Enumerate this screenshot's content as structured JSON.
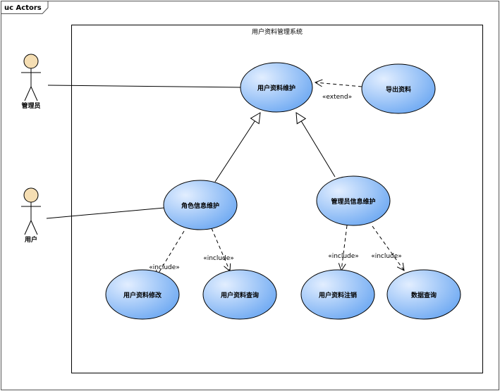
{
  "frame": {
    "title": "uc Actors"
  },
  "system": {
    "title": "用户资料管理系统"
  },
  "actors": [
    {
      "id": "admin",
      "label": "管理员"
    },
    {
      "id": "user",
      "label": "用户"
    }
  ],
  "use_cases": [
    {
      "id": "maintain",
      "label": "用户资料维护"
    },
    {
      "id": "export",
      "label": "导出资料"
    },
    {
      "id": "role",
      "label": "角色信息维护"
    },
    {
      "id": "adminmaint",
      "label": "管理员信息维护"
    },
    {
      "id": "modify",
      "label": "用户资料修改"
    },
    {
      "id": "query",
      "label": "用户资料查询"
    },
    {
      "id": "cancel",
      "label": "用户资料注销"
    },
    {
      "id": "dataquery",
      "label": "数据查询"
    }
  ],
  "relations": {
    "extend_label": "«extend»",
    "include_label": "«include»",
    "include_labels": [
      "«include»",
      "«include»",
      "«include»",
      "«include»"
    ]
  },
  "colors": {
    "ellipse_fill_light": "#dbe9ff",
    "ellipse_fill_dark": "#7ab2f5",
    "actor_head": "#f5deb3",
    "line": "#000000"
  }
}
